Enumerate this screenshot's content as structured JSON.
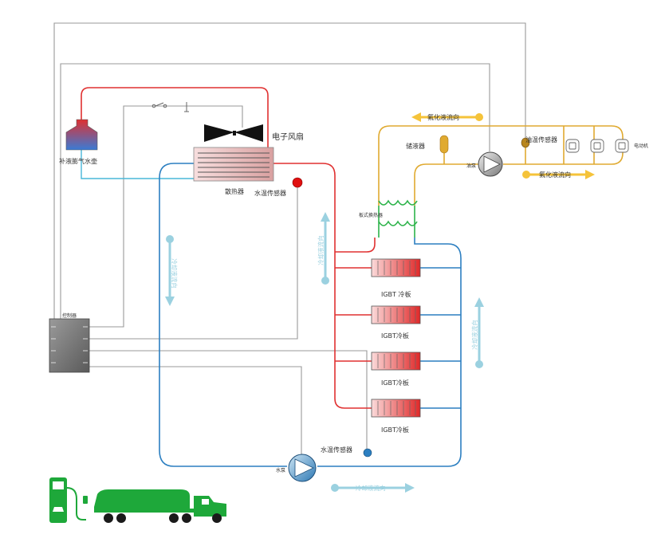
{
  "labels": {
    "makeup_tank": "补液膨气水壶",
    "fan": "电子风扇",
    "radiator": "散热器",
    "water_temp_sensor_top": "水温传感器",
    "water_temp_sensor_bottom": "水温传感器",
    "accumulator": "储液器",
    "oil_temp_sensor": "油温传感器",
    "oil_pump": "油泵",
    "heat_exchanger": "板式换热器",
    "controller": "控制器",
    "water_pump": "水泵",
    "motor": "电动机",
    "igbt_plates": [
      "IGBT 冷板",
      "IGBT冷板",
      "IGBT冷板",
      "IGBT冷板"
    ],
    "oil_flow_upper": "氟化液流向",
    "oil_flow_lower": "氟化液流向",
    "coolant_flow_left": "冷却液流向",
    "coolant_flow_center": "冷却液流向",
    "coolant_flow_right": "冷却液流向",
    "coolant_flow_bottom": "冷却液流向"
  },
  "colors": {
    "hot": "#e03030",
    "cold": "#2c7fc1",
    "makeup": "#48b7d9",
    "oil": "#e0aa30",
    "exchanger": "#2db34a",
    "wire": "#999999",
    "truck": "#1ea83a",
    "flow_arrow_blue": "#9bd1e0",
    "flow_arrow_orange": "#f5c33a"
  }
}
